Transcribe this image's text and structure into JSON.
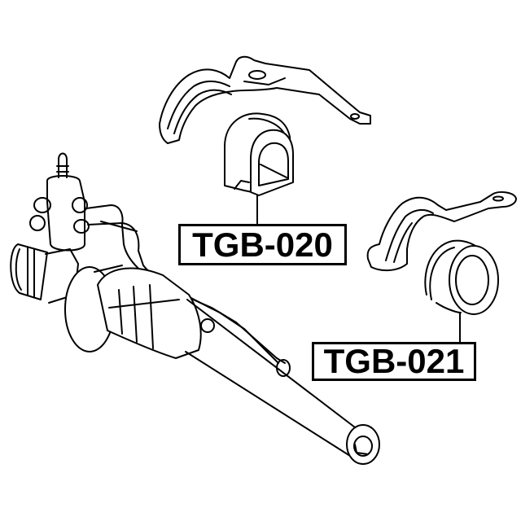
{
  "diagram": {
    "subject": "Power steering rack assembly with mounting brackets and bushings",
    "labels": [
      {
        "id": "tgb-020",
        "text": "TGB-020",
        "points_to": "upper rack mounting bushing (D-shaped) with bracket"
      },
      {
        "id": "tgb-021",
        "text": "TGB-021",
        "points_to": "round rack mounting bushing with bracket"
      }
    ],
    "colors": {
      "line": "#000000",
      "background": "#ffffff"
    }
  }
}
